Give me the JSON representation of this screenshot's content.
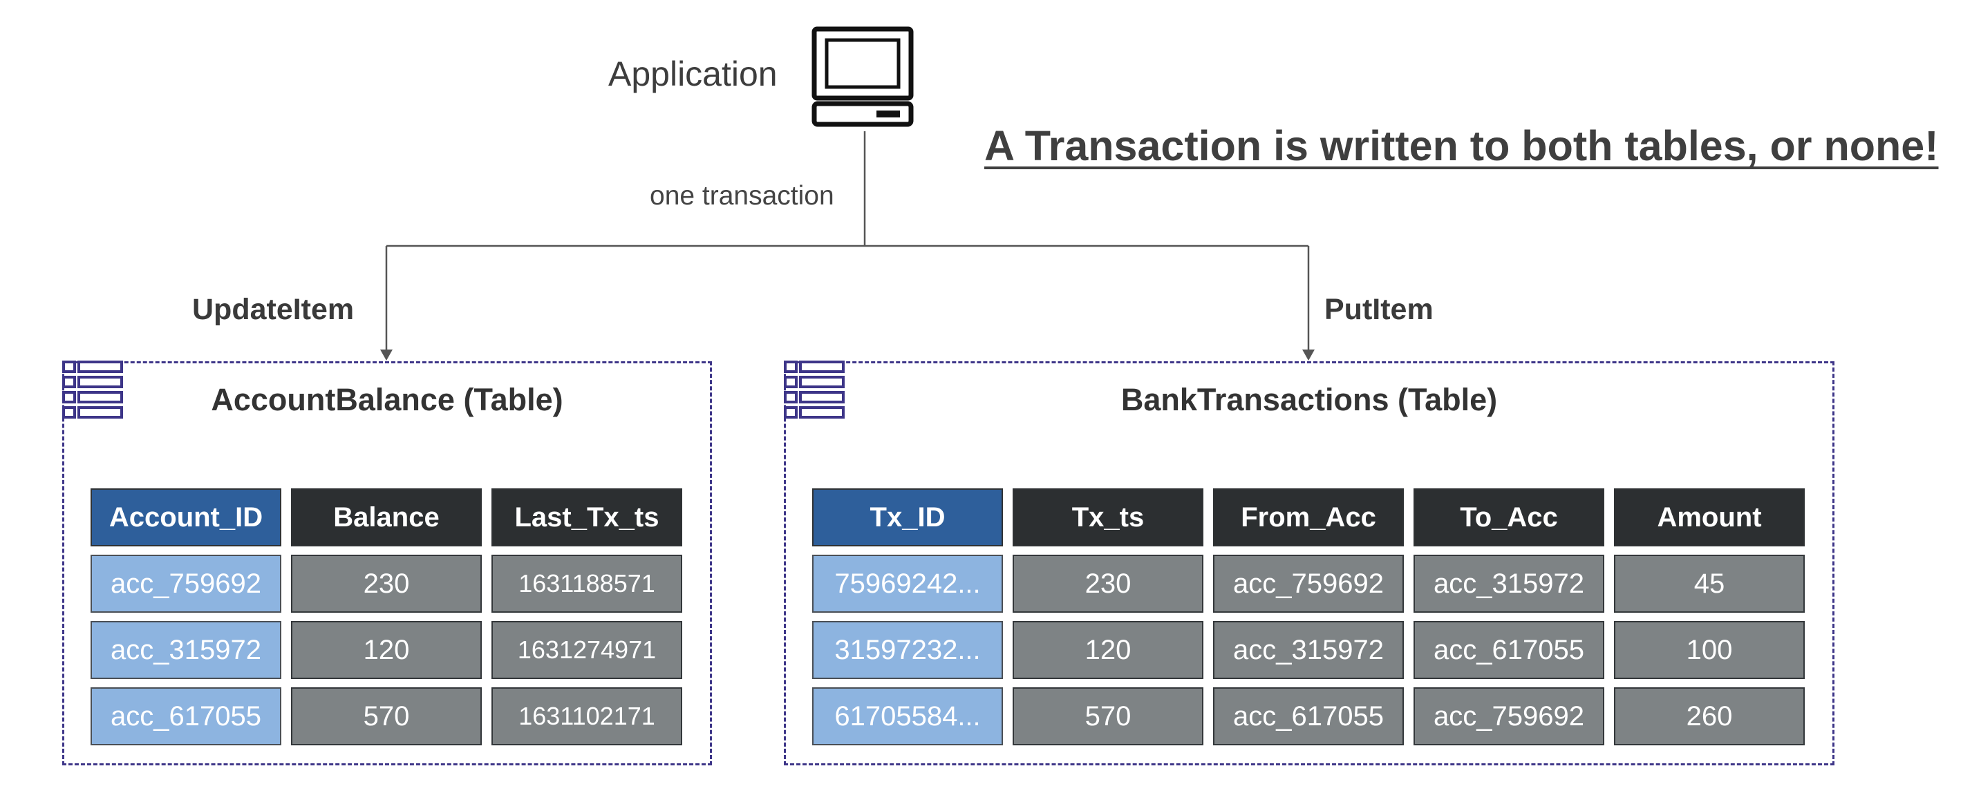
{
  "application": {
    "label": "Application",
    "icon": "computer-icon"
  },
  "connector": {
    "label": "one transaction"
  },
  "headline": "A Transaction is written to both tables, or none!",
  "operations": {
    "left": "UpdateItem",
    "right": "PutItem"
  },
  "colors": {
    "key_header": "#2e5f9b",
    "header": "#2c2f31",
    "key_cell": "#8db4e0",
    "value_cell": "#7e8385",
    "table_border": "#3d3588"
  },
  "account_table": {
    "title": "AccountBalance (Table)",
    "icon": "table-icon",
    "headers": [
      "Account_ID",
      "Balance",
      "Last_Tx_ts"
    ],
    "rows": [
      [
        "acc_759692",
        "230",
        "1631188571"
      ],
      [
        "acc_315972",
        "120",
        "1631274971"
      ],
      [
        "acc_617055",
        "570",
        "1631102171"
      ]
    ]
  },
  "bank_table": {
    "title": "BankTransactions (Table)",
    "icon": "table-icon",
    "headers": [
      "Tx_ID",
      "Tx_ts",
      "From_Acc",
      "To_Acc",
      "Amount"
    ],
    "rows": [
      [
        "75969242...",
        "230",
        "acc_759692",
        "acc_315972",
        "45"
      ],
      [
        "31597232...",
        "120",
        "acc_315972",
        "acc_617055",
        "100"
      ],
      [
        "61705584...",
        "570",
        "acc_617055",
        "acc_759692",
        "260"
      ]
    ]
  }
}
